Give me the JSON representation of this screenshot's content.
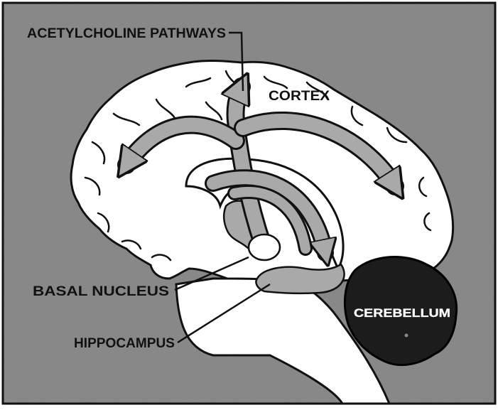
{
  "labels": {
    "acetylcholine_pathways": "ACETYLCHOLINE PATHWAYS",
    "cortex": "CORTEX",
    "basal_nucleus": "BASAL NUCLEUS",
    "hippocampus": "HIPPOCAMPUS",
    "cerebellum": "CEREBELLUM"
  },
  "colors": {
    "background": "#8e8e8e",
    "brain": "#ffffff",
    "outline": "#111111",
    "pathway": "#a9a9a9",
    "cerebellum": "#1c1c1c",
    "cerebellum_text": "#ffffff"
  }
}
